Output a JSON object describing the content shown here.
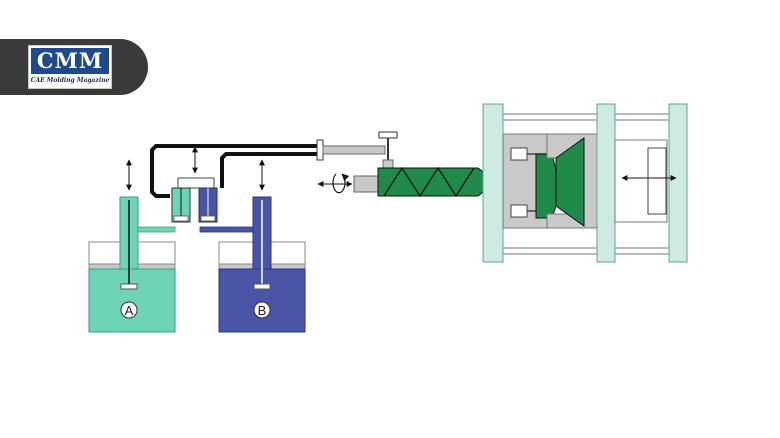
{
  "logo": {
    "mark": "CMM",
    "tagline": "CAE Molding Magazine"
  },
  "diagram": {
    "tank_a_label": "A",
    "tank_b_label": "B"
  },
  "colors": {
    "component_a": "#6fd3b8",
    "component_b": "#4a55a8",
    "screw": "#1f8a4a",
    "mold_cavity": "#1f8a4a",
    "frame": "#cfe9e3",
    "gray": "#c9c9c9",
    "line": "#111111",
    "logo_banner": "#3a3a3a",
    "logo_mark": "#1e4a8c"
  },
  "icons": {
    "bidirectional_arrow": "double-headed-arrow-icon",
    "rotation": "rotation-arrow-icon"
  }
}
